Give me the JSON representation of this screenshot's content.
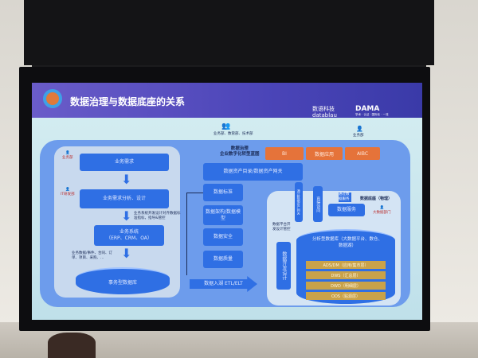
{
  "header": {
    "title": "数据治理与数据底座的关系",
    "brand1_cn": "数语科技",
    "brand1_en": "datablau",
    "brand2": "DAMA",
    "brand2_sub": "学术 · 认证 · 国际化 · 一流"
  },
  "top": {
    "roles": "业务部、数管部、技术部",
    "consumer": "业务部"
  },
  "left": {
    "role1": "业务部",
    "role2": "IT研发部",
    "demand": "业务需求",
    "analysis": "业务需求分析、设计",
    "note1": "业务系统开发设计对齐数据标准指标，指导&管控",
    "system": "业务系统",
    "system_sub": "（ERP、CRM、OA）",
    "note2": "业务数据/事件、合同、订单、项目、采购、…",
    "db": "事务型数据库"
  },
  "governance": {
    "title": "数据治理",
    "subtitle": "企业数字化转型蓝图",
    "catalog": "数据资产目录/数据资产网关",
    "items": [
      "数据标准",
      "数据架构/数据模型",
      "数据安全",
      "数据质量"
    ],
    "ingest": "数据入湖 ETL/ELT"
  },
  "apps": [
    "BI",
    "数据应用",
    "AIBC"
  ],
  "base": {
    "title": "数据底座（物理）",
    "dept": "大数据部门",
    "service": "数据服务",
    "devnote": "数据平台开发设计管控",
    "dev": "数据开发设计",
    "arrow1": "通过数据资产网关",
    "arrow2": "直接访问",
    "arrow3": "通过数据服务",
    "warehouse": "分析型数据库（大数据平台、数仓、数据湖）",
    "layers": [
      "ADS/DM（应用/集市层）",
      "DWS（汇总层）",
      "DWD（明细层）",
      "ODS（贴源层）"
    ]
  },
  "colors": {
    "box": "#2f6fe4",
    "orange": "#e5733a",
    "layer": "#c9a24a",
    "header": "#5b4fc4"
  }
}
